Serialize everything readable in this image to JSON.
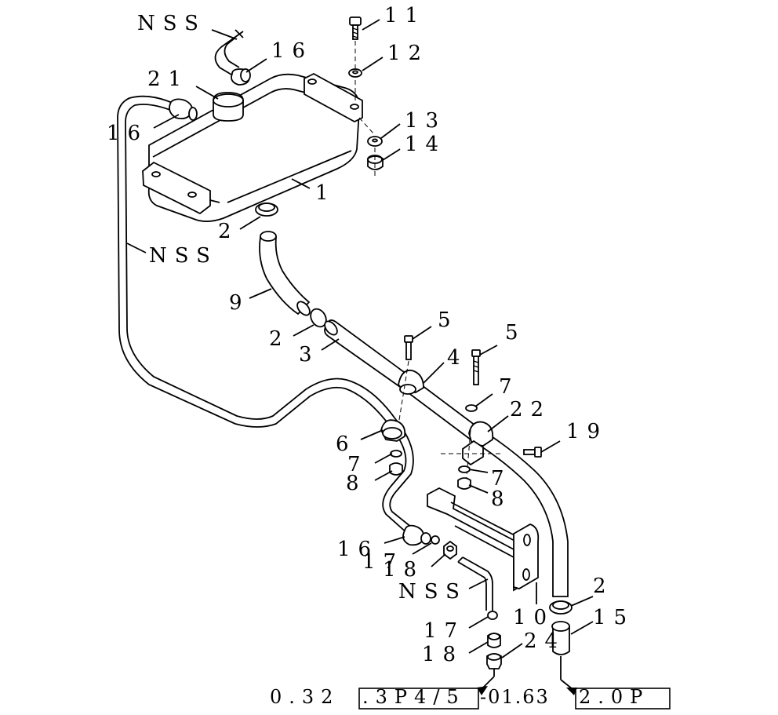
{
  "callouts": {
    "nss_top": "NSS",
    "p16_top": "16",
    "p21": "21",
    "p16_left": "16",
    "p11": "11",
    "p12": "12",
    "p13": "13",
    "p14": "14",
    "p1": "1",
    "p2_tank": "2",
    "nss_mid": "NSS",
    "p9": "9",
    "p2_pipe": "2",
    "p3": "3",
    "p5_left": "5",
    "p4": "4",
    "p5_right": "5",
    "p7_right": "7",
    "p22": "22",
    "p19": "19",
    "p6": "6",
    "p7_left": "7",
    "p8_left": "8",
    "p7_lower": "7",
    "p8_lower": "8",
    "p16_low": "16",
    "p17_low": "17",
    "p18_low": "18",
    "nss_low": "NSS",
    "p10": "10",
    "p2_low": "2",
    "p15": "15",
    "p17_bot": "17",
    "p18_bot": "18",
    "p24": "24"
  },
  "references": {
    "prefix": "0.32",
    "ref_left": ".3P4/5",
    "middle": "-01.63",
    "ref_right": "2.0P"
  }
}
